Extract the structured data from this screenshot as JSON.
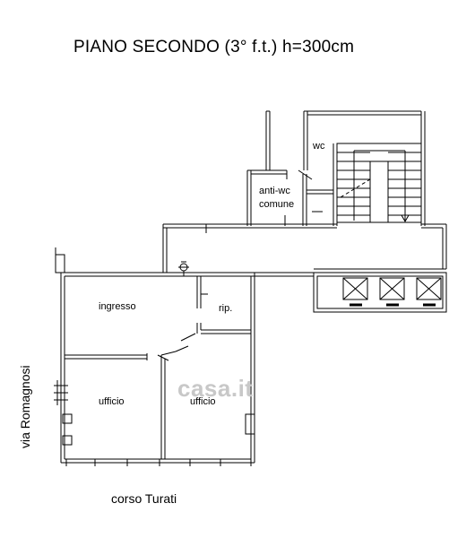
{
  "title": "PIANO SECONDO (3° f.t.) h=300cm",
  "rooms": {
    "wc": "wc",
    "anti_wc_line1": "anti-wc",
    "anti_wc_line2": "comune",
    "ingresso": "ingresso",
    "rip": "rip.",
    "ufficio_left": "ufficio",
    "ufficio_right": "ufficio"
  },
  "streets": {
    "west": "via Romagnosi",
    "south": "corso Turati"
  },
  "watermark": "casa.it",
  "colors": {
    "wall": "#000000",
    "background": "#ffffff",
    "watermark": "#c8c8c8"
  },
  "icons": [
    "lamp-icon",
    "stair-arrow-icon",
    "elevator-shaft-icon"
  ]
}
